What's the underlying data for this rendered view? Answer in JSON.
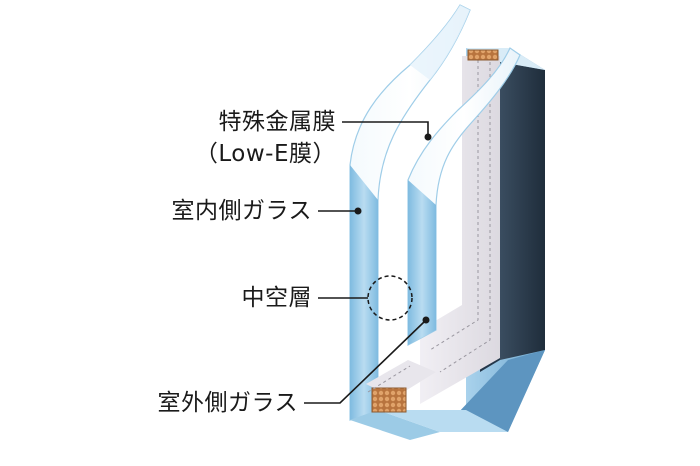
{
  "labels": {
    "low_e_line1": "特殊金属膜",
    "low_e_line2": "（Low-E膜）",
    "inner_glass": "室内側ガラス",
    "hollow_layer": "中空層",
    "outer_glass": "室外側ガラス"
  },
  "colors": {
    "glass_face": "#cfe6f4",
    "glass_edge": "#8fc4e2",
    "spacer_fill": "#ece9ee",
    "frame_dark": "#2e3f4f",
    "desiccant": "#c98a52",
    "leader": "#1a1a1a"
  }
}
